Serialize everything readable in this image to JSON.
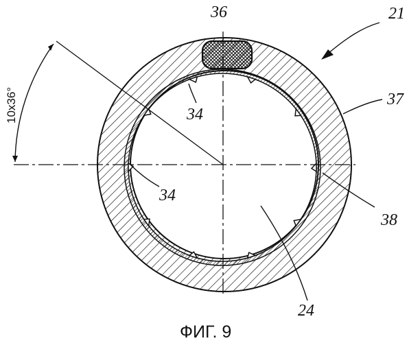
{
  "figure": {
    "caption": "ФИГ. 9",
    "angle_label": "10x36°",
    "references": {
      "assembly": "21",
      "insert": "36",
      "outer_ring": "37",
      "liner": "38",
      "bore": "24",
      "tab_upper": "34",
      "tab_left": "34"
    }
  }
}
